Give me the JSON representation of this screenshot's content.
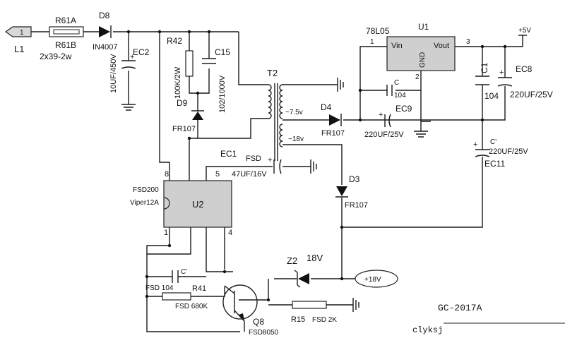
{
  "title": "GC-2017A",
  "watermark": "clyksj",
  "input": {
    "label": "L1",
    "plug": "1"
  },
  "fuse": {
    "ref_top": "R61A",
    "ref_bottom": "R61B",
    "value": "2x39-2w"
  },
  "d8": {
    "ref": "D8",
    "part": "IN4007"
  },
  "ec2": {
    "ref": "EC2",
    "value": "10UF/450V",
    "polarity": "+"
  },
  "r42": {
    "ref": "R42",
    "value": "100K/2W"
  },
  "c15": {
    "ref": "C15",
    "value": "102/1000V"
  },
  "d9": {
    "ref": "D9",
    "part": "FR107"
  },
  "t2": {
    "ref": "T2",
    "tap1": "~7.5v",
    "tap2": "~18v"
  },
  "d4": {
    "ref": "D4",
    "part": "FR107"
  },
  "ec9": {
    "ref": "EC9",
    "value": "220UF/25V",
    "polarity": "+"
  },
  "u1": {
    "ref": "U1",
    "part": "78L05",
    "vin": "Vin",
    "vout": "Vout",
    "gnd": "GND",
    "pin1": "1",
    "pin2": "2",
    "pin3": "3"
  },
  "c_u1": {
    "ref": "C",
    "value": "104"
  },
  "out5v": {
    "label": "+5V"
  },
  "c1": {
    "ref": "C1",
    "value": "104"
  },
  "ec8": {
    "ref": "EC8",
    "value": "220UF/25V",
    "polarity": "+"
  },
  "ec11": {
    "ref": "EC11",
    "ref_alt": "C'",
    "value": "220UF/25V",
    "polarity": "+"
  },
  "d3": {
    "ref": "D3",
    "part": "FR107"
  },
  "ec1": {
    "ref": "EC1",
    "fsd": "FSD",
    "value": "47UF/16V",
    "polarity": "+"
  },
  "u2": {
    "ref": "U2",
    "part1": "FSD200",
    "part2": "Viper12A",
    "pin8": "8",
    "pin5": "5",
    "pin1": "1",
    "pin4": "4"
  },
  "c_fsd": {
    "ref": "C'",
    "value": "FSD 104"
  },
  "r41": {
    "ref": "R41",
    "value": "FSD 680K"
  },
  "q8": {
    "ref": "Q8",
    "part": "FSD8050"
  },
  "z2": {
    "ref": "Z2",
    "sub": "2",
    "value": "18V"
  },
  "r15": {
    "ref": "R15",
    "value": "FSD 2K"
  },
  "out18v": {
    "label": "+18V"
  }
}
